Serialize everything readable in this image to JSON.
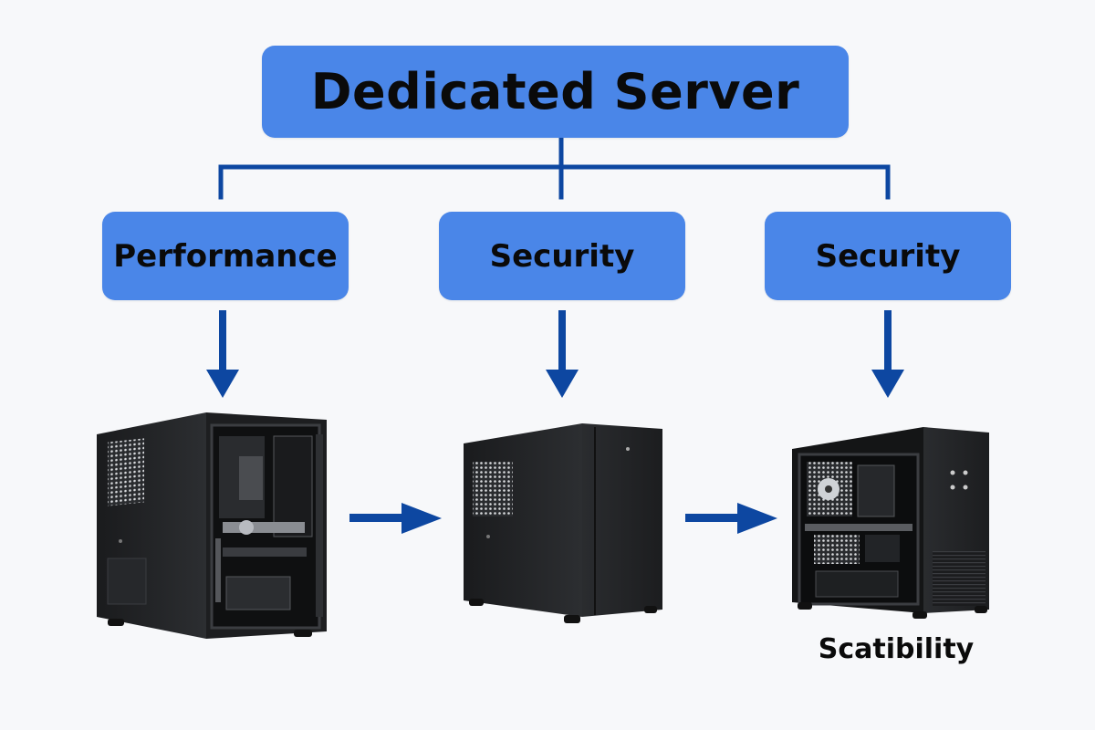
{
  "diagram": {
    "root_label": "Dedicated Server",
    "children": [
      {
        "label": "Performance"
      },
      {
        "label": "Security"
      },
      {
        "label": "Security"
      }
    ],
    "caption": "Scatibility"
  },
  "colors": {
    "box_fill": "#4a86e8",
    "connector": "#0d47a1",
    "case_body": "#1f2123",
    "text": "#0a0a0a"
  },
  "icons": [
    "tower-server-case-icon",
    "tower-server-case-icon",
    "tower-server-case-icon"
  ]
}
